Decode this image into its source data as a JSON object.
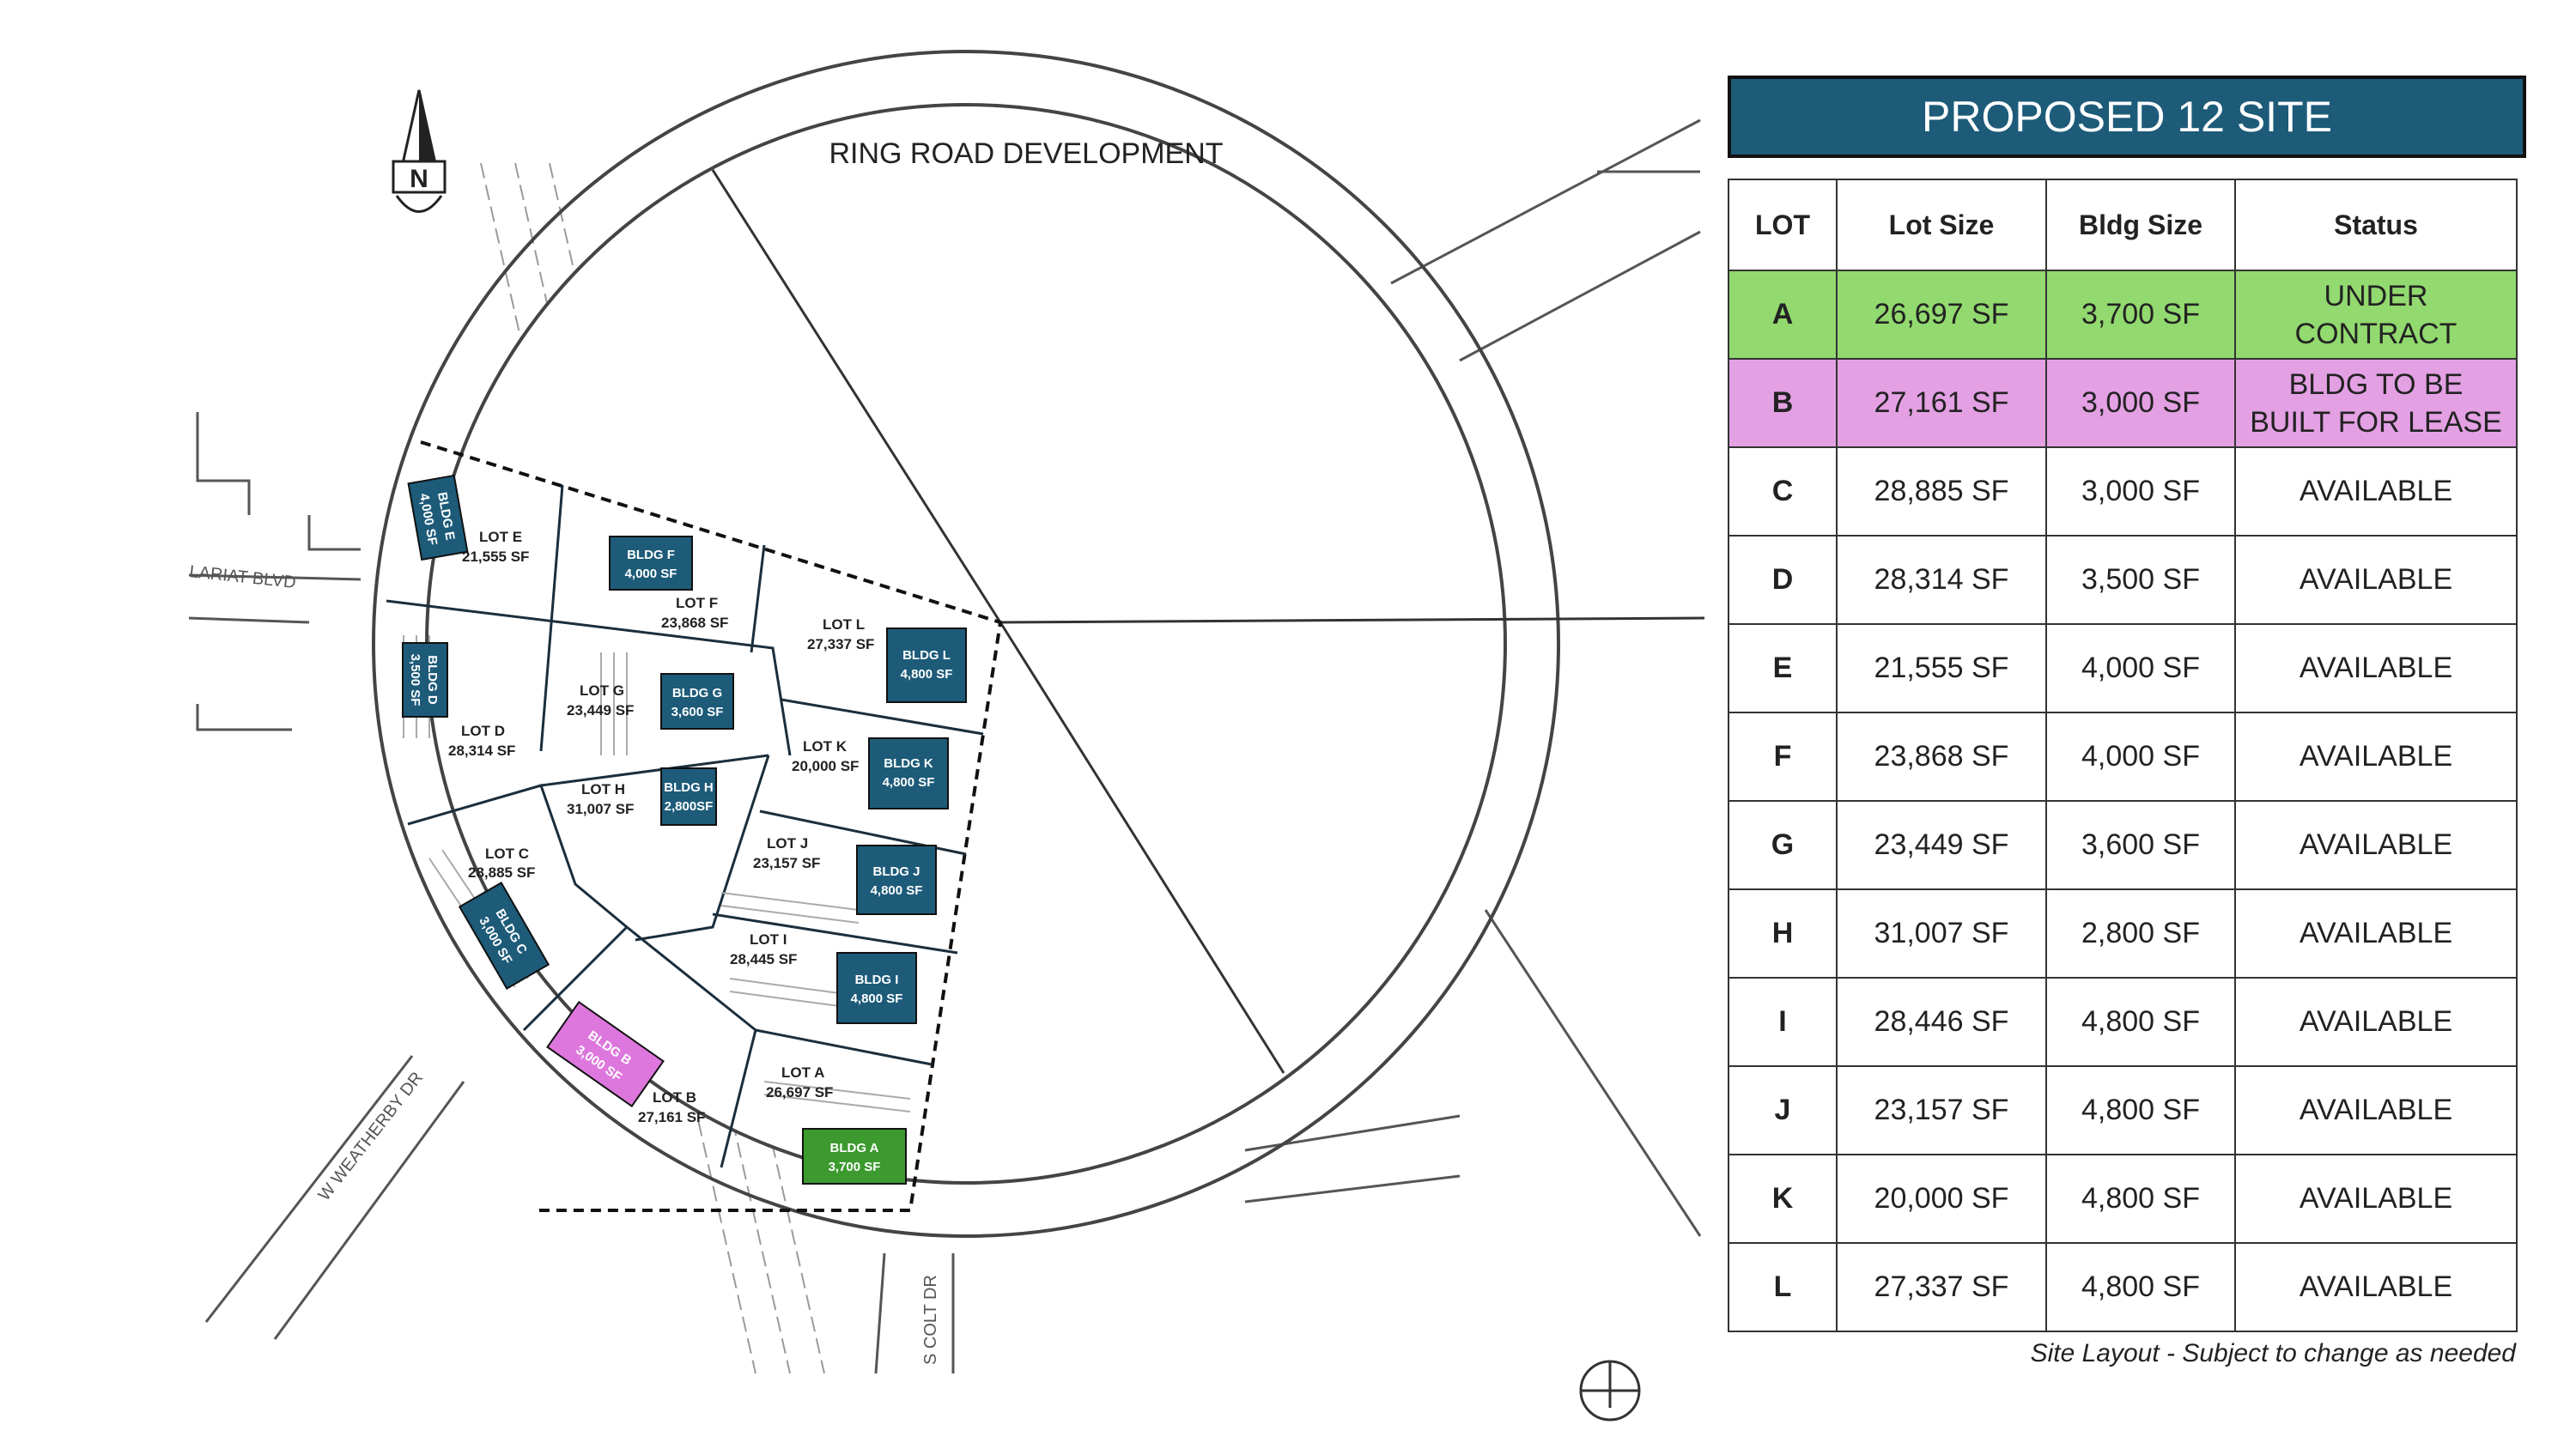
{
  "map": {
    "title": "RING ROAD DEVELOPMENT",
    "street_labels": {
      "lariat": "LARIAT BLVD",
      "weatherby": "W WEATHERBY DR",
      "colt": "S COLT DR"
    },
    "lots": [
      {
        "id": "A",
        "name": "LOT A",
        "size": "26,697 SF",
        "bldg": "BLDG A",
        "bldg_size": "3,700 SF"
      },
      {
        "id": "B",
        "name": "LOT B",
        "size": "27,161 SF",
        "bldg": "BLDG B",
        "bldg_size": "3,000 SF"
      },
      {
        "id": "C",
        "name": "LOT C",
        "size": "28,885 SF",
        "bldg": "BLDG C",
        "bldg_size": "3,000 SF"
      },
      {
        "id": "D",
        "name": "LOT D",
        "size": "28,314 SF",
        "bldg": "BLDG D",
        "bldg_size": "3,500 SF"
      },
      {
        "id": "E",
        "name": "LOT E",
        "size": "21,555 SF",
        "bldg": "BLDG E",
        "bldg_size": "4,000 SF"
      },
      {
        "id": "F",
        "name": "LOT F",
        "size": "23,868 SF",
        "bldg": "BLDG F",
        "bldg_size": "4,000 SF"
      },
      {
        "id": "G",
        "name": "LOT G",
        "size": "23,449 SF",
        "bldg": "BLDG G",
        "bldg_size": "3,600 SF"
      },
      {
        "id": "H",
        "name": "LOT H",
        "size": "31,007 SF",
        "bldg": "BLDG H",
        "bldg_size": "2,800SF"
      },
      {
        "id": "I",
        "name": "LOT I",
        "size": "28,445 SF",
        "bldg": "BLDG I",
        "bldg_size": "4,800 SF"
      },
      {
        "id": "J",
        "name": "LOT J",
        "size": "23,157 SF",
        "bldg": "BLDG J",
        "bldg_size": "4,800 SF"
      },
      {
        "id": "K",
        "name": "LOT K",
        "size": "20,000 SF",
        "bldg": "BLDG K",
        "bldg_size": "4,800 SF"
      },
      {
        "id": "L",
        "name": "LOT L",
        "size": "27,337 SF",
        "bldg": "BLDG L",
        "bldg_size": "4,800 SF"
      }
    ],
    "colors": {
      "building": "#1d5b79",
      "under_contract": "#3c9a2f",
      "build_for_lease": "#dd77dd",
      "road": "#555555"
    }
  },
  "schedule": {
    "title": "PROPOSED 12 SITE",
    "headers": [
      "LOT",
      "Lot Size",
      "Bldg Size",
      "Status"
    ],
    "rows": [
      {
        "lot": "A",
        "lot_size": "26,697 SF",
        "bldg_size": "3,700 SF",
        "status": [
          "UNDER",
          "CONTRACT"
        ],
        "color": "#92d96f"
      },
      {
        "lot": "B",
        "lot_size": "27,161 SF",
        "bldg_size": "3,000 SF",
        "status": [
          "BLDG TO BE",
          "BUILT FOR LEASE"
        ],
        "color": "#e3a0e3"
      },
      {
        "lot": "C",
        "lot_size": "28,885 SF",
        "bldg_size": "3,000 SF",
        "status": [
          "AVAILABLE"
        ],
        "color": "#ffffff"
      },
      {
        "lot": "D",
        "lot_size": "28,314 SF",
        "bldg_size": "3,500 SF",
        "status": [
          "AVAILABLE"
        ],
        "color": "#ffffff"
      },
      {
        "lot": "E",
        "lot_size": "21,555 SF",
        "bldg_size": "4,000 SF",
        "status": [
          "AVAILABLE"
        ],
        "color": "#ffffff"
      },
      {
        "lot": "F",
        "lot_size": "23,868 SF",
        "bldg_size": "4,000 SF",
        "status": [
          "AVAILABLE"
        ],
        "color": "#ffffff"
      },
      {
        "lot": "G",
        "lot_size": "23,449 SF",
        "bldg_size": "3,600 SF",
        "status": [
          "AVAILABLE"
        ],
        "color": "#ffffff"
      },
      {
        "lot": "H",
        "lot_size": "31,007 SF",
        "bldg_size": "2,800 SF",
        "status": [
          "AVAILABLE"
        ],
        "color": "#ffffff"
      },
      {
        "lot": "I",
        "lot_size": "28,446 SF",
        "bldg_size": "4,800 SF",
        "status": [
          "AVAILABLE"
        ],
        "color": "#ffffff"
      },
      {
        "lot": "J",
        "lot_size": "23,157 SF",
        "bldg_size": "4,800 SF",
        "status": [
          "AVAILABLE"
        ],
        "color": "#ffffff"
      },
      {
        "lot": "K",
        "lot_size": "20,000 SF",
        "bldg_size": "4,800 SF",
        "status": [
          "AVAILABLE"
        ],
        "color": "#ffffff"
      },
      {
        "lot": "L",
        "lot_size": "27,337 SF",
        "bldg_size": "4,800 SF",
        "status": [
          "AVAILABLE"
        ],
        "color": "#ffffff"
      }
    ],
    "caption": "Site Layout - Subject to change as needed"
  }
}
